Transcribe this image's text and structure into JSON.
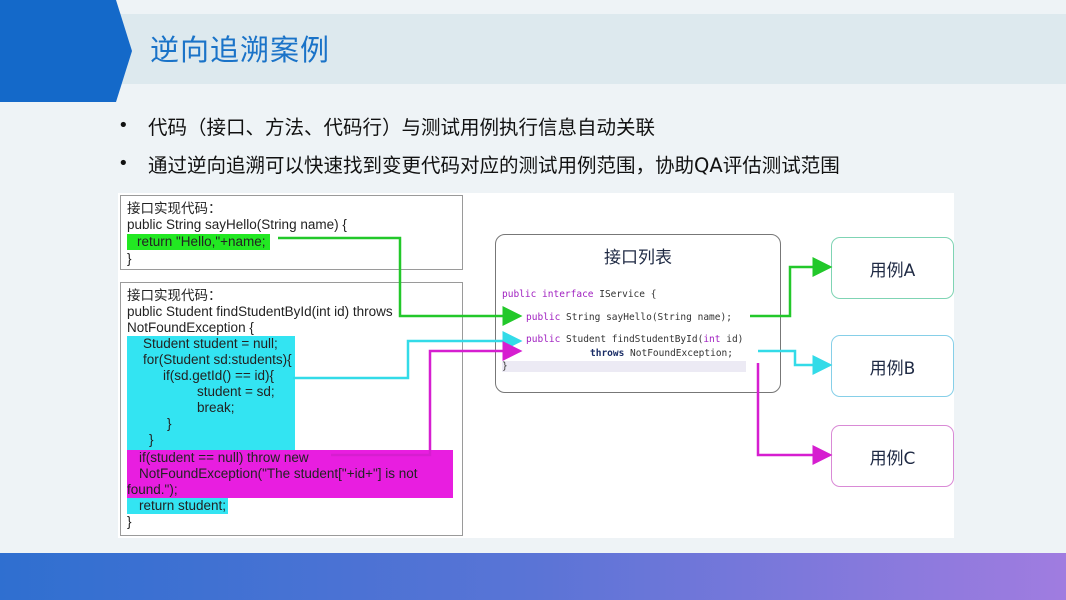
{
  "header": {
    "title": "逆向追溯案例"
  },
  "bullets": [
    {
      "marker": "•",
      "text": "代码（接口、方法、代码行）与测试用例执行信息自动关联"
    },
    {
      "marker": "•",
      "text": "通过逆向追溯可以快速找到变更代码对应的测试用例范围，协助QA评估测试范围"
    }
  ],
  "code_box_1": {
    "lines": [
      "接口实现代码：",
      "public String sayHello(String name) {",
      "return \"Hello,\"+name;",
      "}"
    ]
  },
  "code_box_2": {
    "lines": [
      "接口实现代码：",
      "public Student findStudentById(int id) throws",
      "NotFoundException {",
      "Student student = null;",
      "for(Student sd:students){",
      "if(sd.getId() == id){",
      "student = sd;",
      "break;",
      "}",
      "}",
      "if(student == null) throw new",
      "NotFoundException(\"The student[\"+id+\"] is not",
      "found.\");",
      "return student;",
      "}"
    ]
  },
  "interface_box": {
    "title": "接口列表",
    "line1_kw": "public interface",
    "line1_rest": " IService {",
    "line2_kw": "public",
    "line2_rest": " String sayHello(String name);",
    "line3_kw": "public",
    "line3_rest": " Student findStudentById(",
    "line3_kw2": "int",
    "line3_end": " id)",
    "line4_kw": "throws",
    "line4_rest": " NotFoundException;",
    "line5": "}"
  },
  "cases": [
    "用例A",
    "用例B",
    "用例C"
  ],
  "colors": {
    "green": "#22c82a",
    "cyan": "#33dbe8",
    "magenta": "#d61ed0",
    "title_blue": "#1a73c8"
  }
}
